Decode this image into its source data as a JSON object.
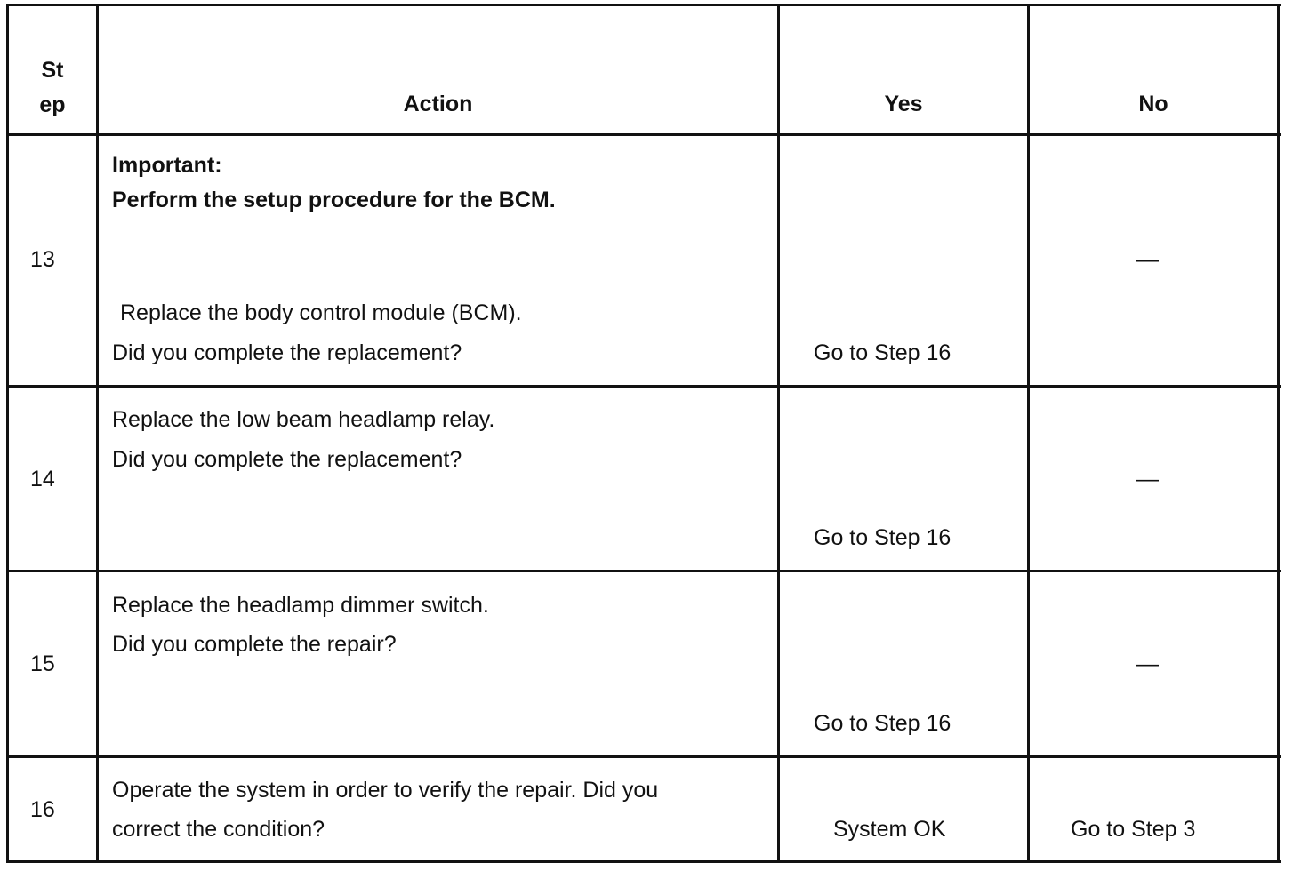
{
  "header": {
    "step": [
      "St",
      "ep"
    ],
    "action": "Action",
    "yes": "Yes",
    "no": "No"
  },
  "rows": [
    {
      "step": "13",
      "important_label": "Important:",
      "important_text": "Perform the setup procedure for the BCM.",
      "action_lines": [
        "Replace the body control module (BCM).",
        "Did you complete the replacement?"
      ],
      "yes": "Go to Step 16",
      "no": "—"
    },
    {
      "step": "14",
      "action_lines": [
        "Replace the low beam headlamp relay.",
        "Did you complete the replacement?"
      ],
      "yes": "Go to Step 16",
      "no": "—"
    },
    {
      "step": "15",
      "action_lines": [
        "Replace the headlamp dimmer switch.",
        "Did you complete the repair?"
      ],
      "yes": "Go to Step 16",
      "no": "—"
    },
    {
      "step": "16",
      "action_lines": [
        "Operate the system in order to verify the repair. Did you",
        "correct the condition?"
      ],
      "yes": "System OK",
      "no": "Go to Step 3"
    }
  ]
}
